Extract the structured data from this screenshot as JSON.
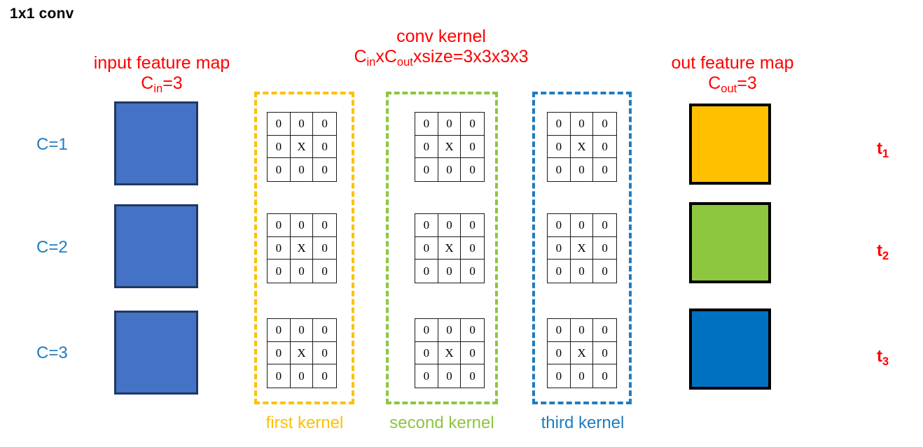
{
  "title": "1x1 conv",
  "headers": {
    "input": {
      "line1": "input feature map",
      "symbol": "C",
      "sub": "in",
      "value": "=3"
    },
    "kernel": {
      "line1": "conv kernel",
      "expr_a": "C",
      "sub_a": "in",
      "expr_b": "xC",
      "sub_b": "out",
      "expr_c": "xsize=3x3x3x3"
    },
    "output": {
      "line1": "out feature map",
      "symbol": "C",
      "sub": "out",
      "value": "=3"
    }
  },
  "rows": [
    {
      "left_label": "C=1",
      "right_label_base": "t",
      "right_label_sub": "1",
      "input_color": "#4472C4",
      "output_color": "#FFC000"
    },
    {
      "left_label": "C=2",
      "right_label_base": "t",
      "right_label_sub": "2",
      "input_color": "#4472C4",
      "output_color": "#8DC63F"
    },
    {
      "left_label": "C=3",
      "right_label_base": "t",
      "right_label_sub": "3",
      "input_color": "#4472C4",
      "output_color": "#0070C0"
    }
  ],
  "kernel_groups": [
    {
      "caption": "first kernel",
      "color": "#FFC000"
    },
    {
      "caption": "second kernel",
      "color": "#8DC63F"
    },
    {
      "caption": "third kernel",
      "color": "#1F7CC0"
    }
  ],
  "kernel_matrix": [
    [
      "0",
      "0",
      "0"
    ],
    [
      "0",
      "X",
      "0"
    ],
    [
      "0",
      "0",
      "0"
    ]
  ],
  "colors": {
    "header_text": "#FF0000",
    "left_label_text": "#1F7CC0",
    "right_label_text": "#FF0000",
    "input_square_fill": "#4472C4",
    "input_square_border": "#1F3864",
    "output_square_border": "#000000",
    "grid_line": "#1A1A1A",
    "background": "#FFFFFF"
  }
}
